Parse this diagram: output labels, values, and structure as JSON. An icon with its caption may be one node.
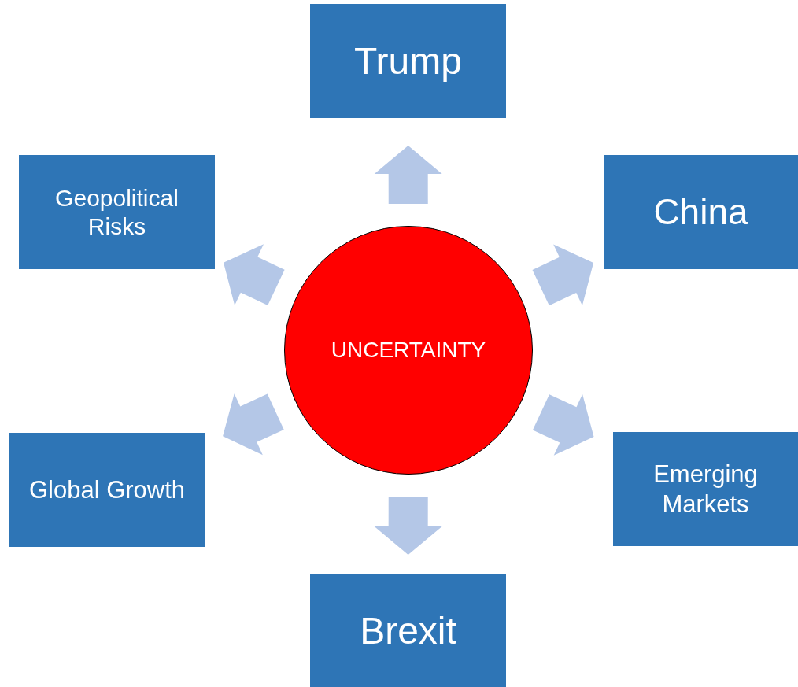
{
  "diagram": {
    "nodes": [
      {
        "text": [
          "Trump"
        ]
      },
      {
        "text": [
          "Geopolitical Risks"
        ]
      },
      {
        "text": [
          "China"
        ]
      },
      {
        "text": [
          "UNCERTAINTY"
        ]
      },
      {
        "text": [
          "Global Growth"
        ]
      },
      {
        "text": [
          "Emerging Markets"
        ]
      },
      {
        "text": [
          "Brexit"
        ]
      }
    ],
    "edges": [
      {
        "from": 3,
        "to": 0,
        "arrow": "to"
      },
      {
        "from": 3,
        "to": 1,
        "arrow": "to"
      },
      {
        "from": 3,
        "to": 2,
        "arrow": "to"
      },
      {
        "from": 3,
        "to": 4,
        "arrow": "to"
      },
      {
        "from": 3,
        "to": 5,
        "arrow": "to"
      },
      {
        "from": 3,
        "to": 6,
        "arrow": "to"
      }
    ]
  }
}
